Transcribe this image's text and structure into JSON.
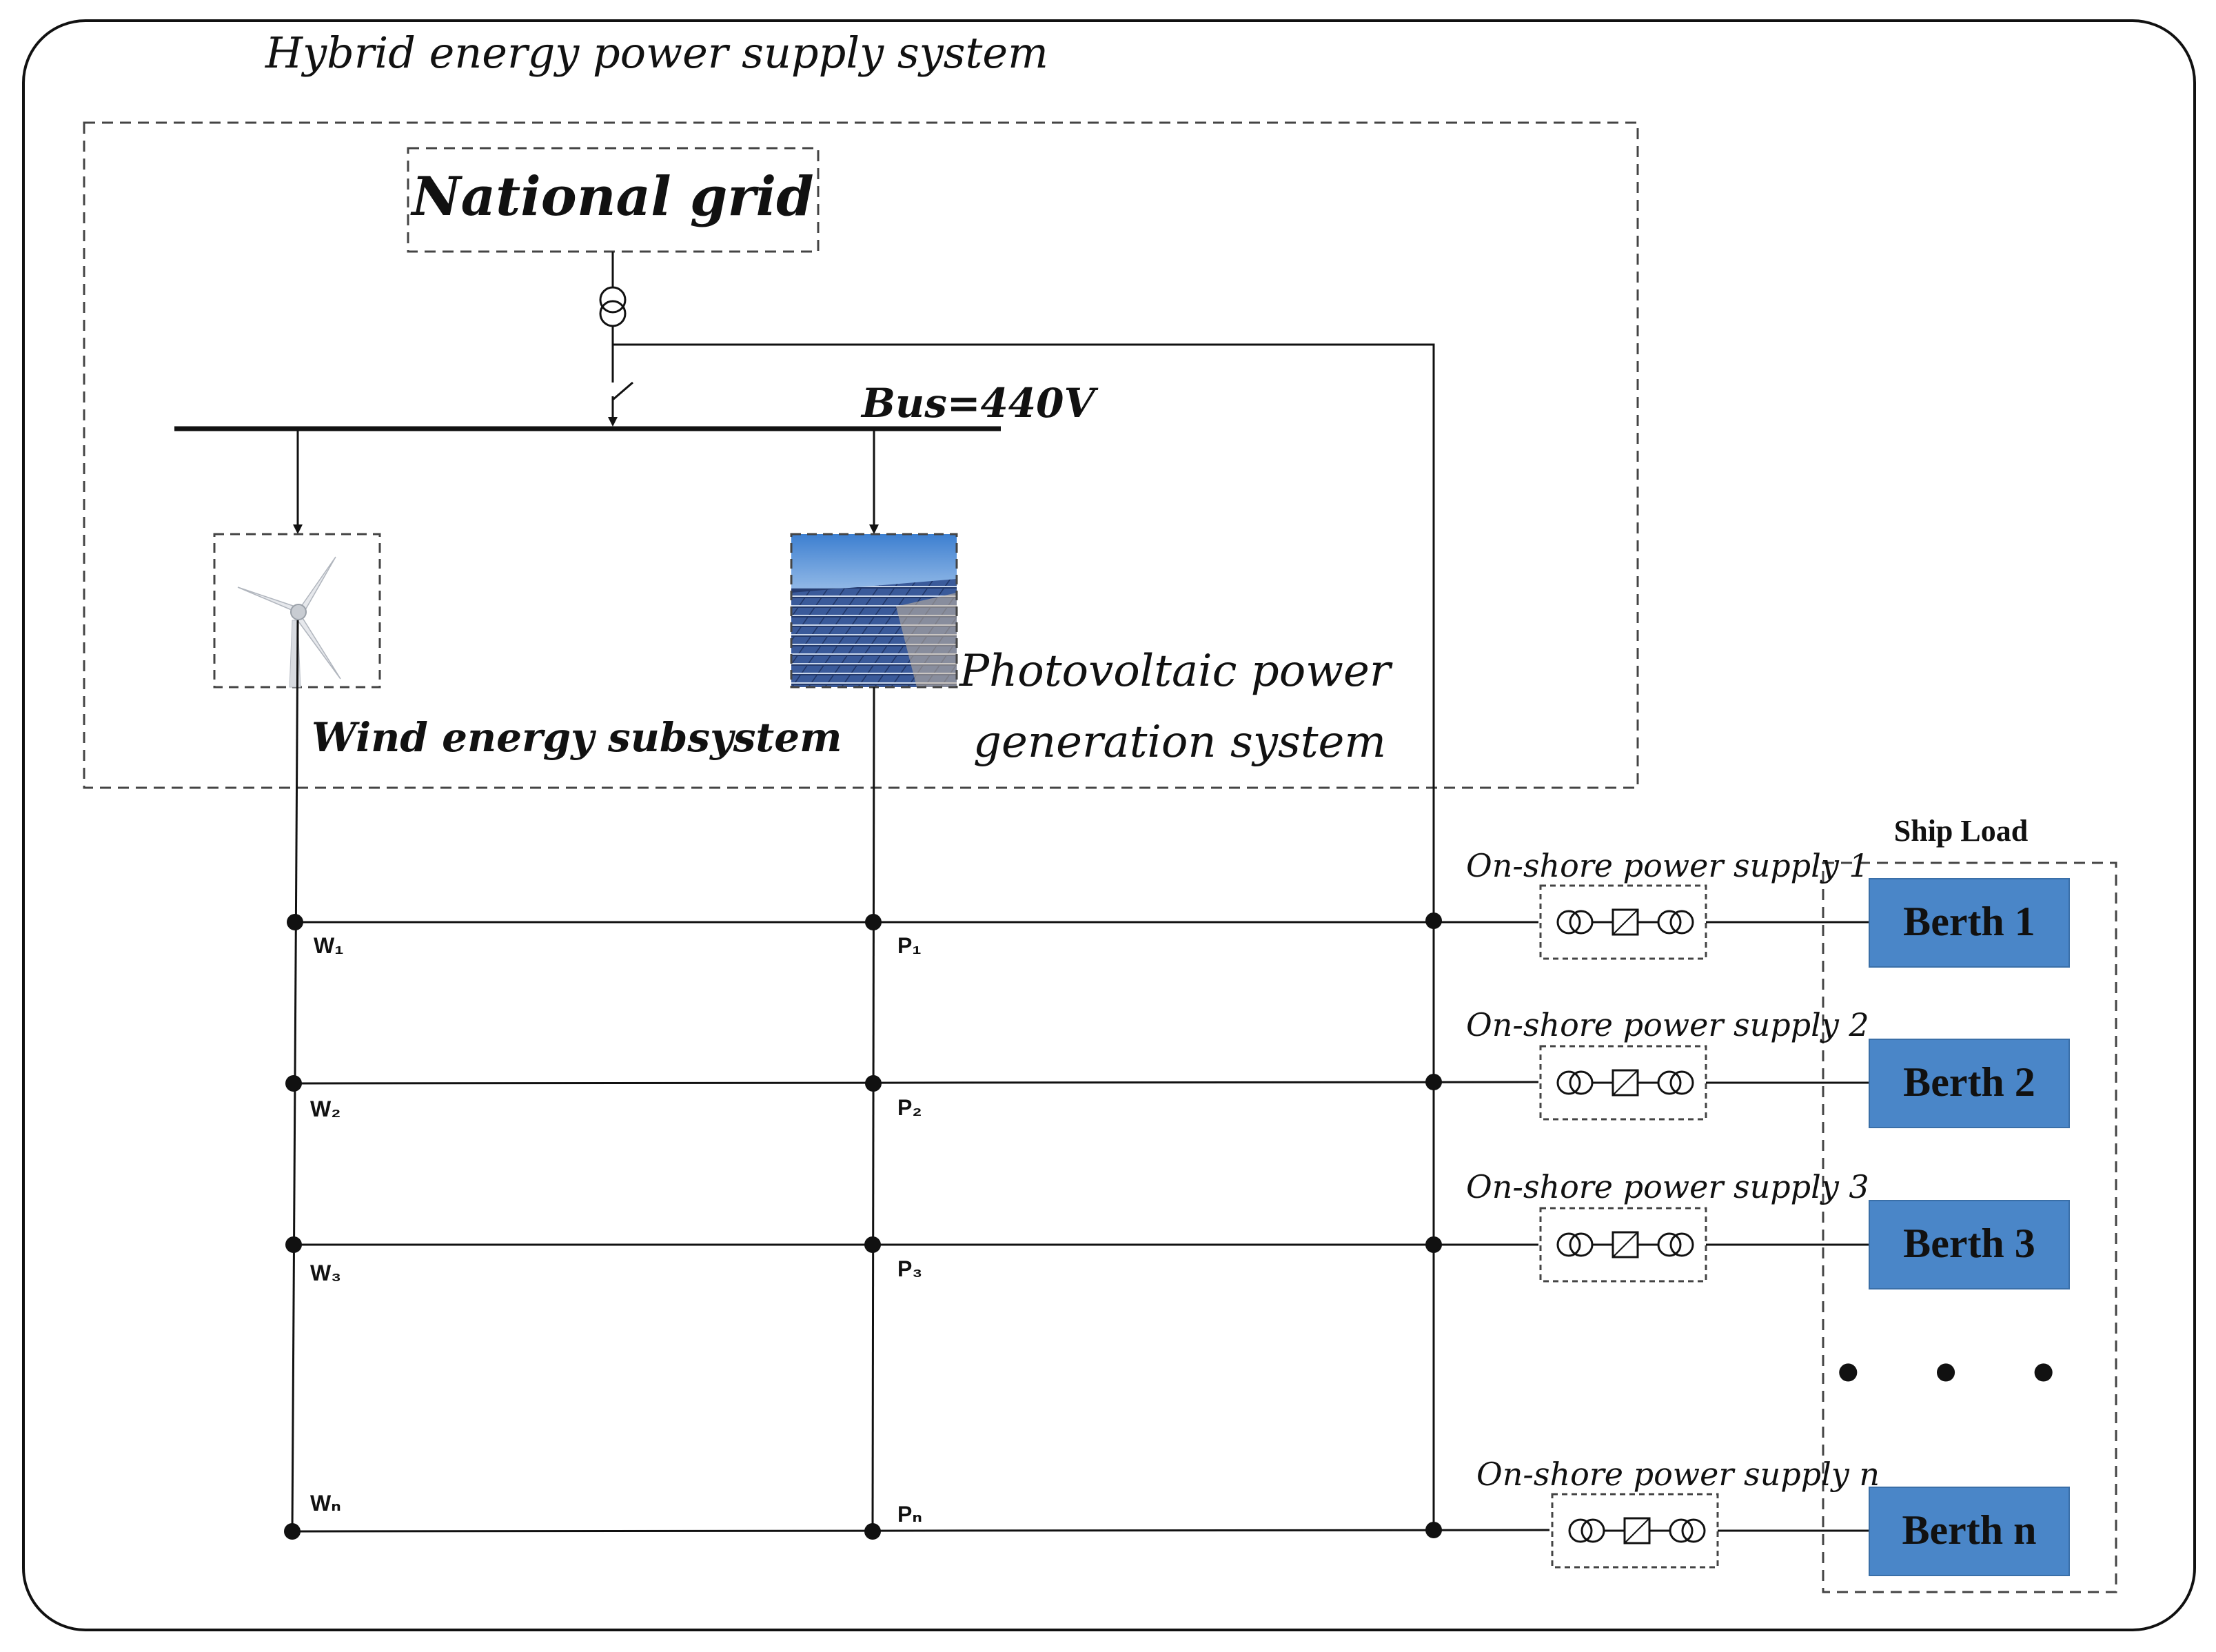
{
  "diagram": {
    "system_title": "Hybrid energy power supply system",
    "national_grid": "National grid",
    "bus_label": "Bus=440V",
    "wind_label": "Wind energy subsystem",
    "pv_label_line1": "Photovoltaic power",
    "pv_label_line2": "generation system",
    "ship_load": "Ship Load",
    "wind_nodes": [
      "W₁",
      "W₂",
      "W₃",
      "Wₙ"
    ],
    "pv_nodes": [
      "P₁",
      "P₂",
      "P₃",
      "Pₙ"
    ],
    "supplies": [
      "On-shore power supply 1",
      "On-shore power supply 2",
      "On-shore power supply 3",
      "On-shore power supply n"
    ],
    "berths": [
      "Berth 1",
      "Berth 2",
      "Berth 3",
      "Berth n"
    ],
    "ellipsis": "• • •"
  },
  "colors": {
    "berth_fill": "#4a86c8",
    "line": "#111111",
    "dashed": "#444444"
  }
}
